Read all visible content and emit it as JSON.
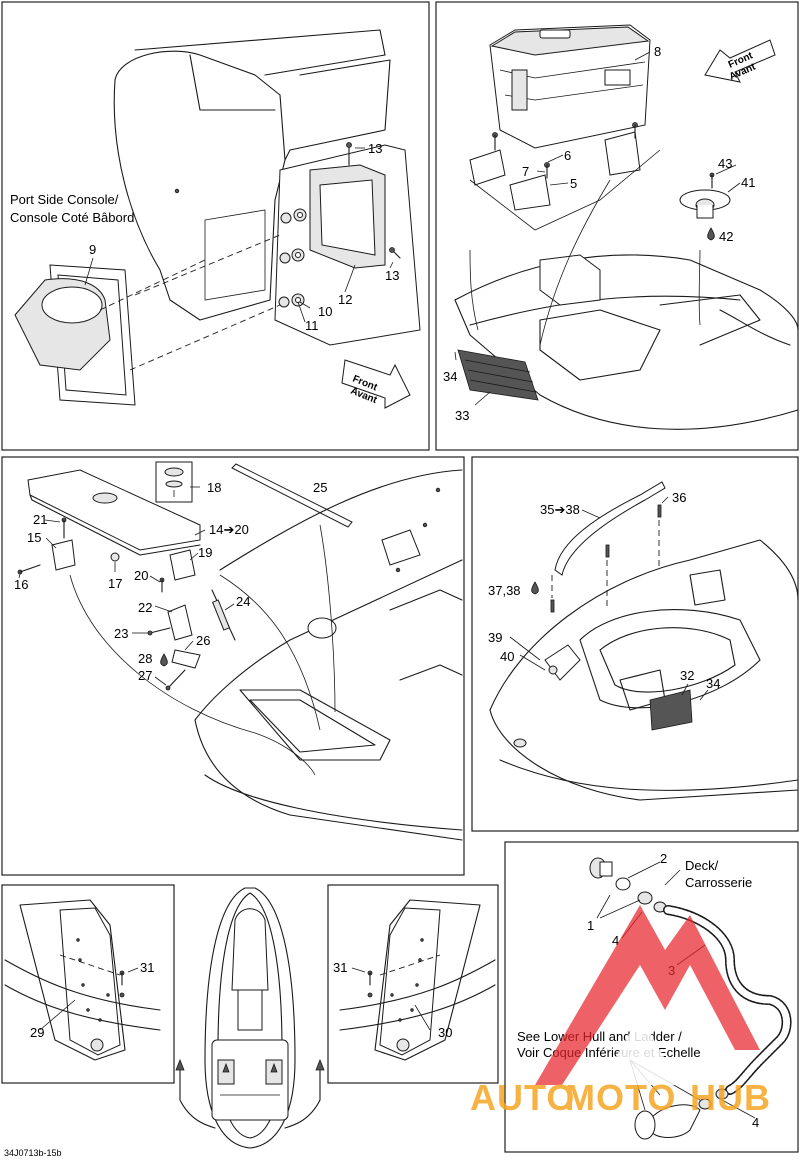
{
  "callouts": {
    "p1": {
      "c13a": "13",
      "c13b": "13",
      "c12": "12",
      "c10": "10",
      "c11": "11",
      "c9": "9",
      "console_line1": "Port Side Console/",
      "console_line2": "Console Coté Bâbord"
    },
    "p2": {
      "c8": "8",
      "c6": "6",
      "c7": "7",
      "c5": "5",
      "c43": "43",
      "c41": "41",
      "c42": "42",
      "c34": "34",
      "c33": "33"
    },
    "p3": {
      "c18": "18",
      "c25": "25",
      "c21": "21",
      "c15": "15",
      "c14_20": "14➔20",
      "c19": "19",
      "c16": "16",
      "c17": "17",
      "c20": "20",
      "c22": "22",
      "c24": "24",
      "c23": "23",
      "c26": "26",
      "c28": "28",
      "c27": "27"
    },
    "p4": {
      "c35_38": "35➔38",
      "c36": "36",
      "c37_38": "37,38",
      "c39": "39",
      "c40": "40",
      "c32": "32",
      "c34": "34"
    },
    "p5": {
      "c31": "31",
      "c29": "29"
    },
    "p7": {
      "c31": "31",
      "c30": "30"
    },
    "p8": {
      "c2": "2",
      "c1": "1",
      "c4a": "4",
      "c3": "3",
      "c4b": "4",
      "deck_line1": "Deck/",
      "deck_line2": "Carrosserie",
      "see_line1": "See Lower Hull and Ladder /",
      "see_line2": "Voir Coque Inférieure et Echelle"
    }
  },
  "direction_arrows": {
    "front": "Front",
    "avant": "Avant"
  },
  "watermark": {
    "auto": "AUTO",
    "moto": "MOTO",
    "hub": "HUB",
    "color_orange": "#f5a623",
    "color_red": "#e8262b"
  },
  "figure_code": "34J0713b-15b"
}
